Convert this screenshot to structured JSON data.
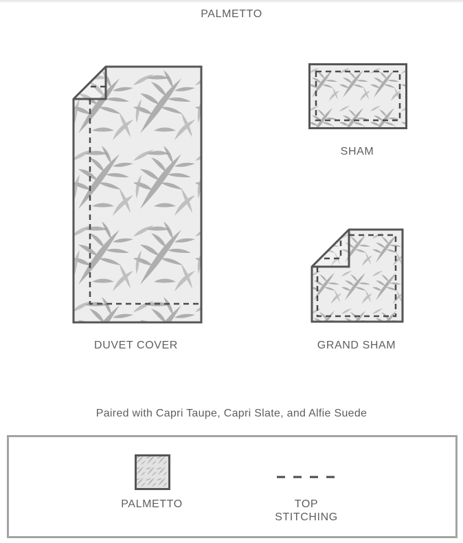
{
  "page": {
    "title": "PALMETTO"
  },
  "products": [
    {
      "id": "duvet",
      "label": "DUVET COVER",
      "shape": "tall-rect-folded-corner",
      "stitching": "left-and-bottom"
    },
    {
      "id": "sham",
      "label": "SHAM",
      "shape": "rect",
      "stitching": "inset-border"
    },
    {
      "id": "grand_sham",
      "label": "GRAND SHAM",
      "shape": "square-folded-corner",
      "stitching": "inset-border"
    }
  ],
  "pairing_note": "Paired with Capri Taupe, Capri Slate, and Alfie Suede",
  "legend": {
    "items": [
      {
        "label": "PALMETTO",
        "icon": "fabric-swatch-icon"
      },
      {
        "label_line1": "TOP",
        "label_line2": "STITCHING",
        "icon": "dashed-line-icon"
      }
    ]
  },
  "colors": {
    "outline": "#555555",
    "stitch": "#4a4a4a",
    "fabric_bg": "#ececec",
    "leaf_dark": "#8a8a8a",
    "leaf_light": "#bdbdbd",
    "legend_border": "#a3a3a3",
    "text": "#5e5e5e"
  }
}
